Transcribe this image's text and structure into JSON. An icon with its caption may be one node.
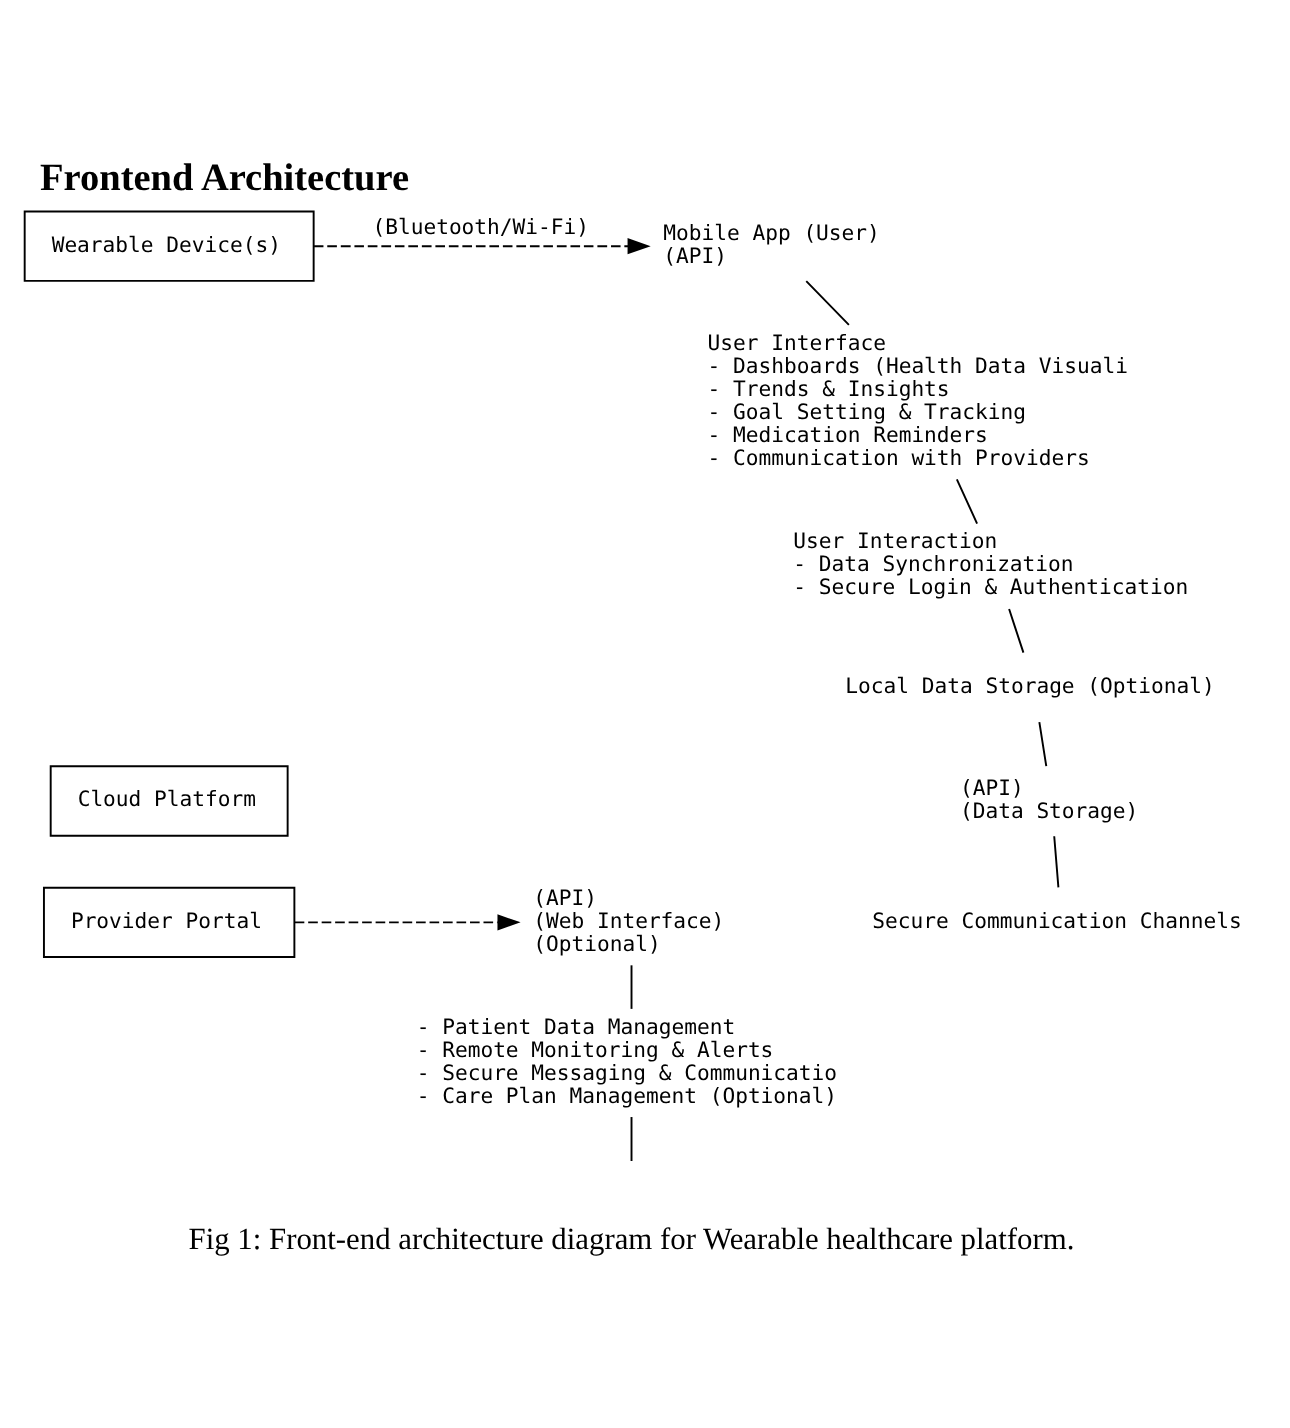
{
  "diagram": {
    "title": "Frontend Architecture",
    "caption": "Fig 1: Front-end architecture diagram for Wearable healthcare platform.",
    "nodes": [
      {
        "text": [
          "Wearable Device(s)"
        ]
      },
      {
        "text": [
          "Mobile App (User)",
          "(API)"
        ]
      },
      {
        "text": [
          "User Interface",
          "- Dashboards (Health Data Visuali",
          "- Trends & Insights",
          "- Goal Setting & Tracking",
          "- Medication Reminders",
          "- Communication with Providers"
        ]
      },
      {
        "text": [
          "User Interaction",
          "- Data Synchronization",
          "- Secure Login & Authentication"
        ]
      },
      {
        "text": [
          "Local Data Storage (Optional)"
        ]
      },
      {
        "text": [
          "Cloud Platform"
        ]
      },
      {
        "text": [
          "(API)",
          "(Data Storage)"
        ]
      },
      {
        "text": [
          "Secure Communication Channels"
        ]
      },
      {
        "text": [
          "Provider Portal"
        ]
      },
      {
        "text": [
          "(API)",
          "(Web Interface)",
          "(Optional)"
        ]
      },
      {
        "text": [
          "- Patient Data Management",
          "- Remote Monitoring & Alerts",
          "- Secure Messaging & Communicatio",
          "- Care Plan Management (Optional)"
        ]
      }
    ],
    "edges": [
      {
        "from": 0,
        "to": 1,
        "arrow": "to",
        "style": "dashed",
        "label": "(Bluetooth/Wi-Fi)"
      },
      {
        "from": 1,
        "to": 2,
        "arrow": "none"
      },
      {
        "from": 2,
        "to": 3,
        "arrow": "none"
      },
      {
        "from": 3,
        "to": 4,
        "arrow": "none"
      },
      {
        "from": 4,
        "to": 6,
        "arrow": "none"
      },
      {
        "from": 6,
        "to": 7,
        "arrow": "none"
      },
      {
        "from": 8,
        "to": 9,
        "arrow": "to",
        "style": "dashed"
      },
      {
        "from": 9,
        "to": 10,
        "arrow": "none"
      },
      {
        "from": 10,
        "to": null,
        "arrow": "none"
      }
    ]
  }
}
